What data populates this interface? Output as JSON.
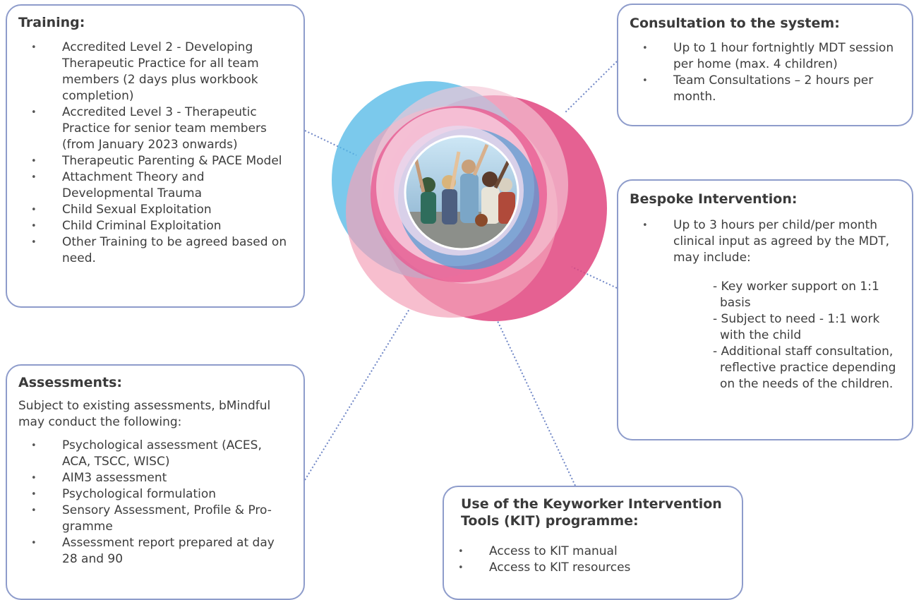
{
  "training": {
    "title": "Training:",
    "items": [
      "Accredited Level 2 - Developing Therapeutic Practice for all team members (2 days plus workbook completion)",
      "Accredited Level 3 - Therapeutic Practice for senior team members (from January 2023 onwards)",
      "Therapeutic Parenting & PACE Model",
      "Attachment Theory and Developmental Trauma",
      "Child Sexual Exploitation",
      "Child Criminal Exploitation",
      "Other Training to be agreed based on need."
    ]
  },
  "consultation": {
    "title": "Consultation to the system:",
    "items": [
      "Up to 1 hour fortnightly MDT session per home (max. 4 children)",
      "Team Consultations – 2 hours per month."
    ]
  },
  "bespoke": {
    "title": "Bespoke Intervention:",
    "items": [
      "Up to 3 hours per child/per month clinical input as agreed by the MDT, may include:"
    ],
    "subitems": [
      "- Key worker support on 1:1 basis",
      "- Subject to need - 1:1 work with the child",
      "- Additional staff consultation, reflective practice depending on the needs of the children."
    ]
  },
  "assessments": {
    "title": "Assessments:",
    "intro": "Subject to existing assessments, bMindful may conduct the following:",
    "items": [
      "Psychological assessment (ACES, ACA, TSCC, WISC)",
      "AIM3 assessment",
      "Psychological formulation",
      "Sensory Assessment, Profile & Pro-gramme",
      "Assessment report prepared at day 28 and  90"
    ]
  },
  "kit": {
    "title": "Use of the Keyworker Inter­vention Tools (KIT) programme:",
    "items": [
      "Access to KIT manual",
      "Access to KIT resources"
    ]
  },
  "colors": {
    "border": "#8e9ccb",
    "connector": "#6f86c6",
    "ring_blue": "#4fb7e6",
    "ring_pink": "#e0457f",
    "ring_light_pink": "#f3a3b9"
  },
  "hub_image": "group-of-young-people-cheering-photo"
}
